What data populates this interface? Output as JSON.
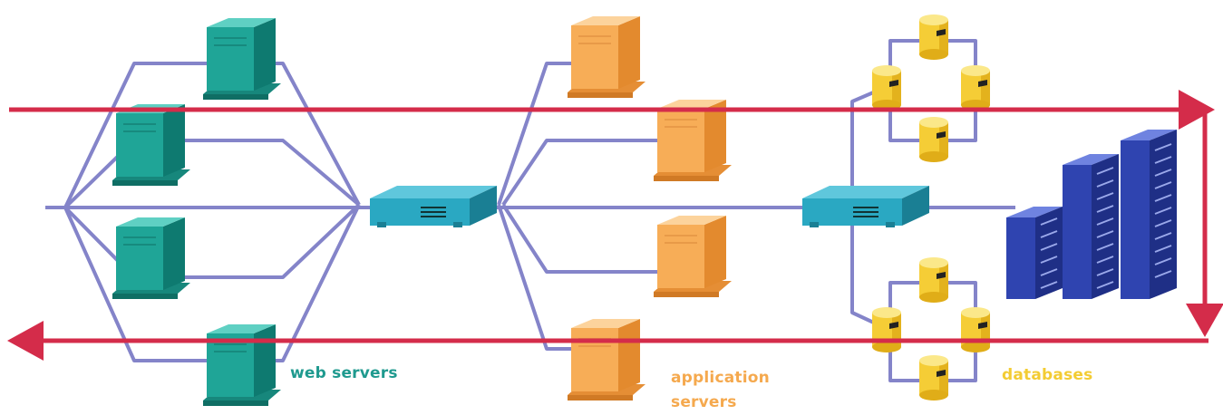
{
  "labels": {
    "web_servers": "web servers",
    "application_servers": "application servers",
    "databases": "databases"
  },
  "colors": {
    "connector": "#8484c9",
    "flow_arrow": "#d42c4a",
    "web_server": "#1fa597",
    "app_server": "#f7ad57",
    "database": "#f5cd36",
    "load_balancer": "#2aa8c2",
    "storage": "#2f44b0",
    "label_web": "#1f9a8f",
    "label_app": "#f5a94e",
    "label_db": "#f3cc33"
  },
  "icons": {
    "web_server": "tower-server-icon",
    "app_server": "tower-server-icon",
    "database": "database-cylinder-icon",
    "load_balancer": "network-switch-icon",
    "storage": "storage-rack-icon"
  }
}
